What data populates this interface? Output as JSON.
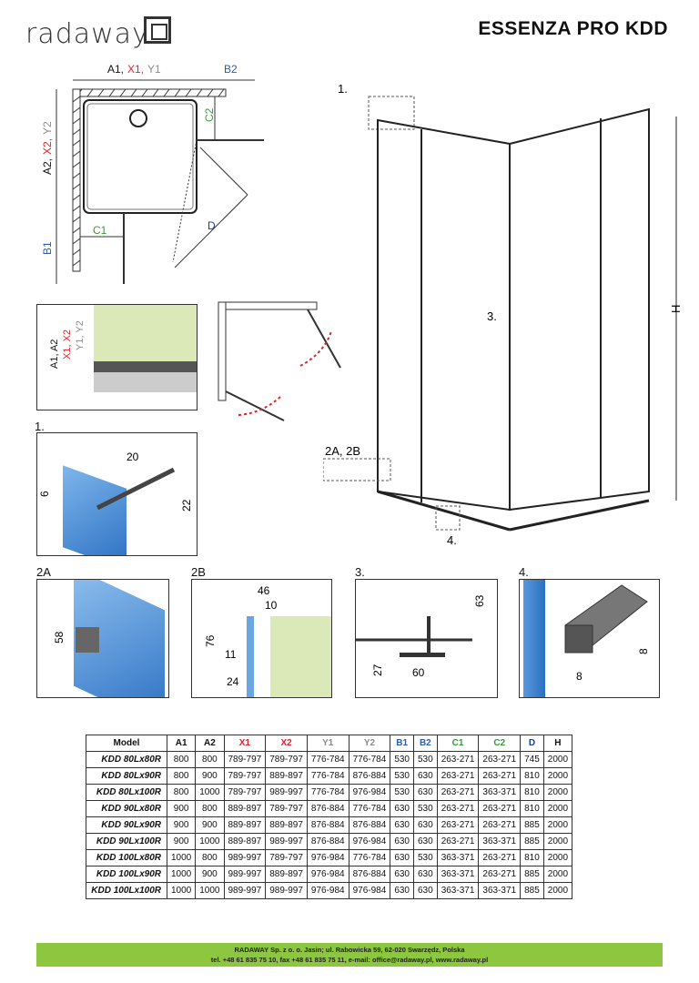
{
  "header": {
    "logo_text": "radaway",
    "title": "ESSENZA PRO KDD"
  },
  "plan": {
    "top_label_a": "A1, ",
    "top_label_x": "X1, ",
    "top_label_y": "Y1",
    "top_label_b": "B2",
    "side_label_a": "A2, ",
    "side_label_x": "X2, ",
    "side_label_y": "Y2",
    "side_label_b": "B1",
    "c1": "C1",
    "c2": "C2",
    "d": "D"
  },
  "section": {
    "label_a": "A1, A2",
    "label_x": "X1, X2",
    "label_y": "Y1, Y2"
  },
  "callouts": {
    "c1": "1.",
    "c2ab": "2A, 2B",
    "c3": "3.",
    "c4": "4.",
    "h": "H"
  },
  "detail1": {
    "tag": "1.",
    "dim20": "20",
    "dim6": "6",
    "dim22": "22"
  },
  "detail2a": {
    "tag": "2A",
    "dim58": "58"
  },
  "detail2b": {
    "tag": "2B",
    "dim46": "46",
    "dim10": "10",
    "dim76": "76",
    "dim11": "11",
    "dim24": "24"
  },
  "detail3": {
    "tag": "3.",
    "dim63": "63",
    "dim27": "27",
    "dim60": "60"
  },
  "detail4": {
    "tag": "4.",
    "dim8a": "8",
    "dim8b": "8"
  },
  "colors": {
    "x_red": "#d7262b",
    "y_gray": "#8c8c8c",
    "b_blue": "#2b5ea8",
    "c_green": "#3a9a3a",
    "d_navy": "#1f3f8a",
    "footer_green": "#8dc63f",
    "panel_green": "#dbe9b8",
    "glass_blue": "#4a90d9"
  },
  "table": {
    "headers": [
      "Model",
      "A1",
      "A2",
      "X1",
      "X2",
      "Y1",
      "Y2",
      "B1",
      "B2",
      "C1",
      "C2",
      "D",
      "H"
    ],
    "rows": [
      [
        "KDD 80Lx80R",
        "800",
        "800",
        "789-797",
        "789-797",
        "776-784",
        "776-784",
        "530",
        "530",
        "263-271",
        "263-271",
        "745",
        "2000"
      ],
      [
        "KDD 80Lx90R",
        "800",
        "900",
        "789-797",
        "889-897",
        "776-784",
        "876-884",
        "530",
        "630",
        "263-271",
        "263-271",
        "810",
        "2000"
      ],
      [
        "KDD 80Lx100R",
        "800",
        "1000",
        "789-797",
        "989-997",
        "776-784",
        "976-984",
        "530",
        "630",
        "263-271",
        "363-371",
        "810",
        "2000"
      ],
      [
        "KDD 90Lx80R",
        "900",
        "800",
        "889-897",
        "789-797",
        "876-884",
        "776-784",
        "630",
        "530",
        "263-271",
        "263-271",
        "810",
        "2000"
      ],
      [
        "KDD 90Lx90R",
        "900",
        "900",
        "889-897",
        "889-897",
        "876-884",
        "876-884",
        "630",
        "630",
        "263-271",
        "263-271",
        "885",
        "2000"
      ],
      [
        "KDD 90Lx100R",
        "900",
        "1000",
        "889-897",
        "989-997",
        "876-884",
        "976-984",
        "630",
        "630",
        "263-271",
        "363-371",
        "885",
        "2000"
      ],
      [
        "KDD 100Lx80R",
        "1000",
        "800",
        "989-997",
        "789-797",
        "976-984",
        "776-784",
        "630",
        "530",
        "363-371",
        "263-271",
        "810",
        "2000"
      ],
      [
        "KDD 100Lx90R",
        "1000",
        "900",
        "989-997",
        "889-897",
        "976-984",
        "876-884",
        "630",
        "630",
        "363-371",
        "263-271",
        "885",
        "2000"
      ],
      [
        "KDD 100Lx100R",
        "1000",
        "1000",
        "989-997",
        "989-997",
        "976-984",
        "976-984",
        "630",
        "630",
        "363-371",
        "363-371",
        "885",
        "2000"
      ]
    ]
  },
  "footer": {
    "line1": "RADAWAY Sp. z o. o. Jasin; ul. Rabowicka 59, 62-020 Swarzędz, Polska",
    "line2": "tel. +48 61 835 75 10, fax +48 61 835 75 11, e-mail: office@radaway.pl, www.radaway.pl"
  }
}
